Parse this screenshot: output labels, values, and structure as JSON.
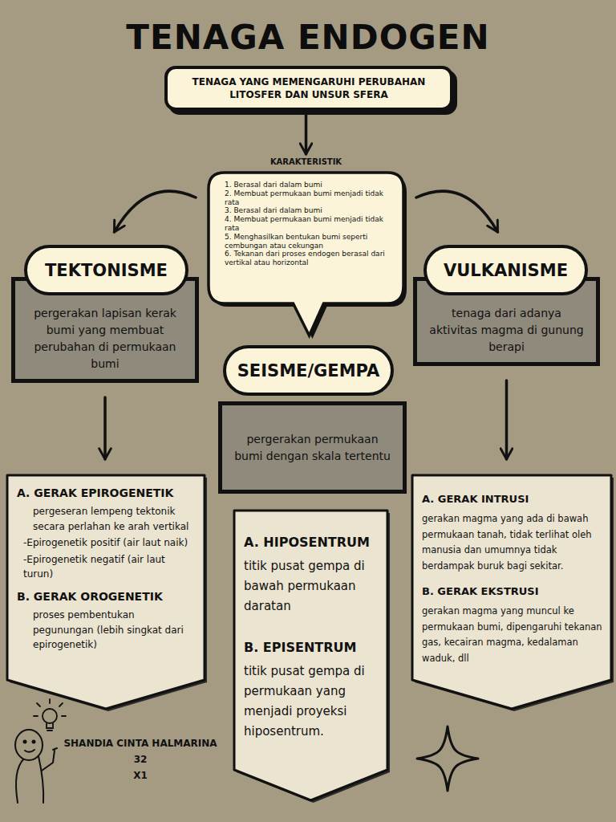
{
  "diagram": {
    "title": "TENAGA ENDOGEN",
    "nodes": [
      {
        "text": [
          "TENAGA YANG MEMENGARUHI PERUBAHAN LITOSFER DAN UNSUR SFERA"
        ]
      },
      {
        "text": [
          "KARAKTERISTIK",
          "1. Berasal dari dalam bumi",
          "2. Membuat permukaan bumi menjadi tidak rata",
          "3. Berasal dari dalam bumi",
          "4. Membuat permukaan bumi menjadi tidak rata",
          "5. Menghasilkan bentukan bumi seperti cembungan atau cekungan",
          "6. Tekanan dari proses endogen berasal dari vertikal atau horizontal"
        ]
      },
      {
        "text": [
          "TEKTONISME"
        ]
      },
      {
        "text": [
          "pergerakan lapisan kerak bumi yang membuat perubahan di permukaan bumi"
        ]
      },
      {
        "text": [
          "VULKANISME"
        ]
      },
      {
        "text": [
          "tenaga dari adanya aktivitas magma di gunung berapi"
        ]
      },
      {
        "text": [
          "SEISME/GEMPA"
        ]
      },
      {
        "text": [
          "pergerakan permukaan bumi dengan skala tertentu"
        ]
      },
      {
        "text": [
          "A. GERAK EPIROGENETIK",
          "pergeseran lempeng tektonik secara perlahan ke arah vertikal",
          "-Epirogenetik positif (air laut naik)",
          "-Epirogenetik negatif (air laut turun)",
          "B. GERAK OROGENETIK",
          "proses pembentukan pegunungan (lebih singkat dari epirogenetik)"
        ]
      },
      {
        "text": [
          "A. HIPOSENTRUM",
          "titik pusat gempa di bawah permukaan daratan",
          "B. EPISENTRUM",
          "titik pusat gempa di permukaan yang menjadi proyeksi hiposentrum."
        ]
      },
      {
        "text": [
          "A. GERAK INTRUSI",
          "gerakan magma yang ada di bawah permukaan tanah, tidak terlihat oleh manusia dan umumnya tidak berdampak buruk bagi sekitar.",
          "B. GERAK EKSTRUSI",
          "gerakan magma yang muncul ke permukaan bumi, dipengaruhi tekanan gas, kecairan magma, kedalaman waduk, dll"
        ]
      }
    ],
    "edges": [
      {
        "from": 0,
        "to": 1,
        "arrow": "to"
      },
      {
        "from": 1,
        "to": 2,
        "arrow": "to"
      },
      {
        "from": 1,
        "to": 4,
        "arrow": "to"
      },
      {
        "from": 3,
        "to": 8,
        "arrow": "to"
      },
      {
        "from": 5,
        "to": 10,
        "arrow": "to"
      }
    ],
    "labels": [
      "SHANDIA CINTA HALMARINA",
      "32",
      "X1"
    ]
  }
}
